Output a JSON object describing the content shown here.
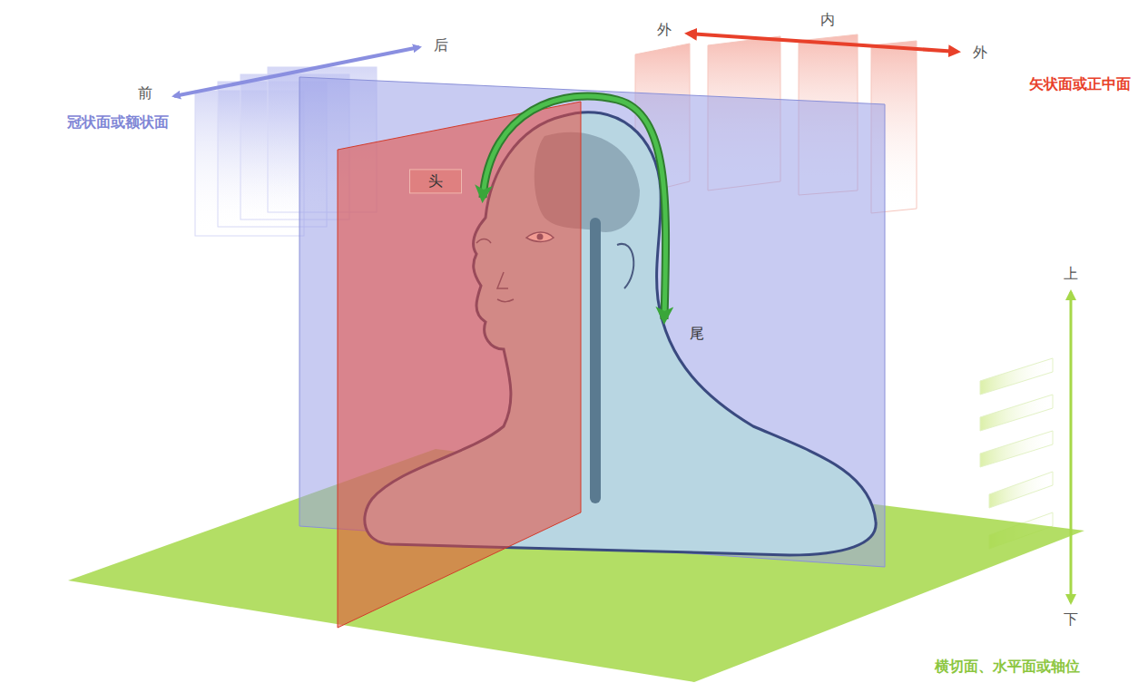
{
  "diagram": {
    "labels": [
      "后",
      "外",
      "内",
      "外",
      "前",
      "矢状面或正中面",
      "冠状面或额状面",
      "头",
      "尾",
      "上",
      "下",
      "横切面、水平面或轴位"
    ]
  }
}
